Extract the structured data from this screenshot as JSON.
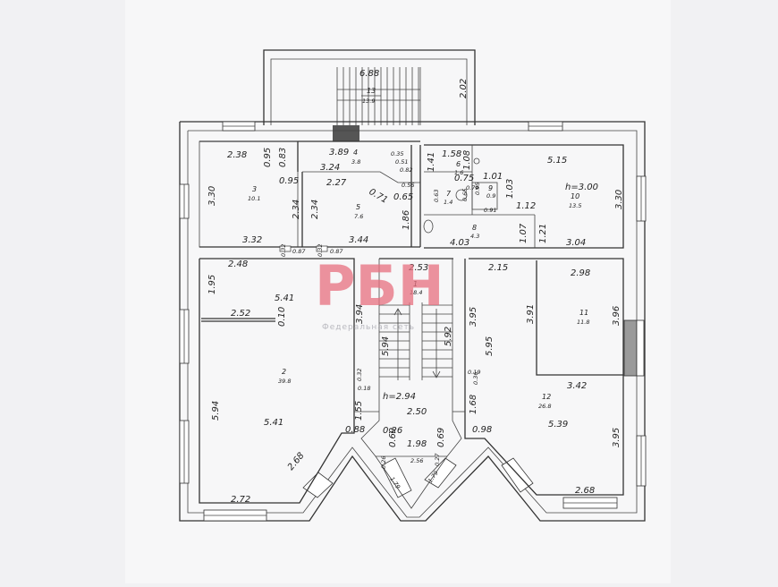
{
  "watermark": {
    "logo": "РБН",
    "tagline": "Федеральная сеть"
  },
  "heights": {
    "h1": "h=3.00",
    "h2": "h=2.94"
  },
  "rooms": {
    "r13": {
      "num": "13",
      "area": "13.9"
    },
    "r4": {
      "num": "4",
      "area": "3.8"
    },
    "r3": {
      "num": "3",
      "area": "10.1"
    },
    "r5": {
      "num": "5",
      "area": "7.6"
    },
    "r6": {
      "num": "6",
      "area": "1.6"
    },
    "r7": {
      "num": "7",
      "area": "1.4"
    },
    "r8": {
      "num": "8",
      "area": "4.3"
    },
    "r9": {
      "num": "9",
      "area": "0.9"
    },
    "r10": {
      "num": "10",
      "area": "13.5"
    },
    "r1": {
      "num": "1",
      "area": "18.4"
    },
    "r2": {
      "num": "2",
      "area": "39.8"
    },
    "r11": {
      "num": "11",
      "area": "11.8"
    },
    "r12": {
      "num": "12",
      "area": "26.8"
    }
  },
  "dims": {
    "d688": "6.88",
    "d202": "2.02",
    "d238": "2.38",
    "d095a": "0.95",
    "d083": "0.83",
    "d389": "3.89",
    "d035": "0.35",
    "d051": "0.51",
    "d324": "3.24",
    "d082": "0.82",
    "d056": "0.56",
    "d158": "1.58",
    "d141": "1.41",
    "d108": "1.08",
    "d075": "0.75",
    "d515": "5.15",
    "d330a": "3.30",
    "d095b": "0.95",
    "d227": "2.27",
    "d071": "0.71",
    "d065": "0.65",
    "d101": "1.01",
    "d103": "1.03",
    "d112": "1.12",
    "d095c": "0.95",
    "d079": "0.79",
    "d063": "0.63",
    "d065b": "0.65",
    "d091": "0.91",
    "d330b": "3.30",
    "d234a": "2.34",
    "d234b": "2.34",
    "d186": "1.86",
    "d107": "1.07",
    "d121": "1.21",
    "d332": "3.32",
    "d344": "3.44",
    "d403": "4.03",
    "d304": "3.04",
    "d032": "0.32",
    "d087a": "0.87",
    "d032b": "0.32",
    "d087b": "0.87",
    "d248": "2.48",
    "d253": "2.53",
    "d215": "2.15",
    "d298": "2.98",
    "d195": "1.95",
    "d541a": "5.41",
    "d252": "2.52",
    "d010": "0.10",
    "d394": "3.94",
    "d395": "3.95",
    "d391": "3.91",
    "d396": "3.96",
    "d594": "5.94",
    "d592": "5.92",
    "d595": "5.95",
    "d019": "0.19",
    "d036": "0.36",
    "d032c": "0.32",
    "d018": "0.18",
    "d342": "3.42",
    "d594b": "5.94",
    "d541b": "5.41",
    "d155": "1.55",
    "d250": "2.50",
    "d168": "1.68",
    "d539": "5.39",
    "d395b": "3.95",
    "d088": "0.88",
    "d026": "0.26",
    "d198": "1.98",
    "d098": "0.98",
    "d069a": "0.69",
    "d069b": "0.69",
    "d026b": "0.26",
    "d256": "2.56",
    "d027": "0.27",
    "d179a": "1.79",
    "d179b": "1.79",
    "d268a": "2.68",
    "d272": "2.72",
    "d268b": "2.68"
  }
}
